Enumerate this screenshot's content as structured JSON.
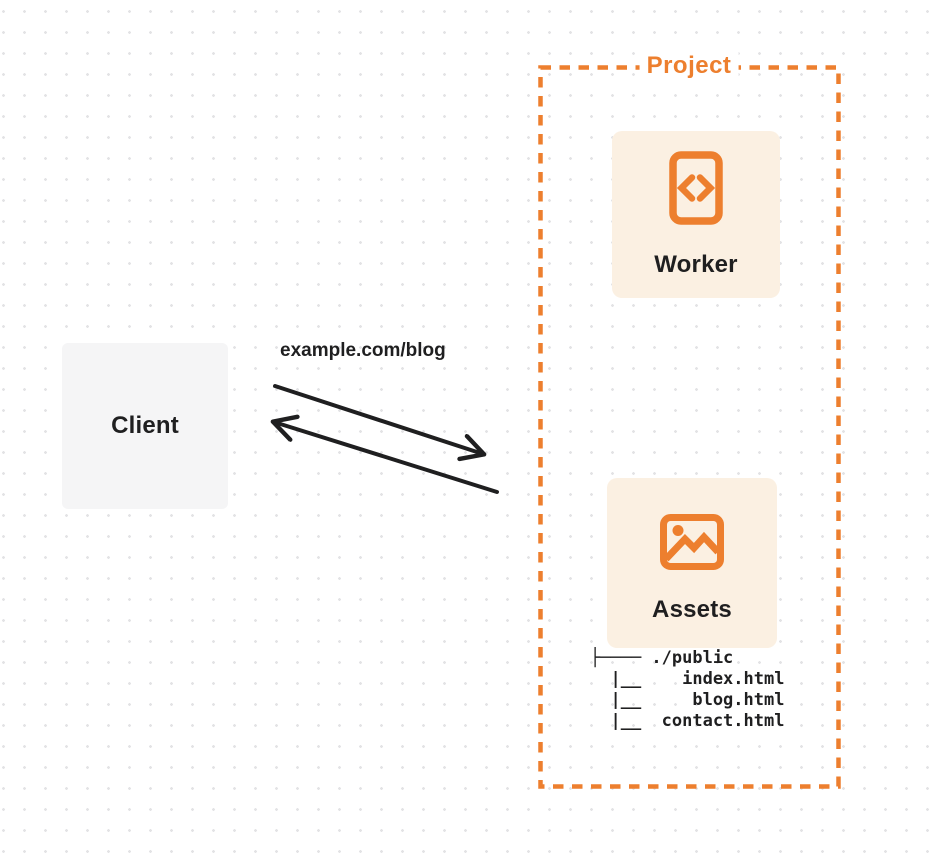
{
  "colors": {
    "accent": "#ED7F2E",
    "card_bg": "#FBF0E2",
    "client_bg": "#F5F5F6",
    "ink": "#1F1F20",
    "dot": "#E3E3E5",
    "page_bg": "#FFFFFF"
  },
  "client": {
    "label": "Client"
  },
  "request": {
    "label": "example.com/blog"
  },
  "arrows": {
    "request_direction": "client-to-project",
    "response_direction": "project-to-client"
  },
  "project": {
    "label": "Project",
    "worker": {
      "label": "Worker",
      "icon": "code-file-icon"
    },
    "assets": {
      "label": "Assets",
      "icon": "image-icon",
      "file_tree": {
        "lines": [
          "├──── ./public",
          "  |__    index.html",
          "  |__     blog.html",
          "  |__  contact.html"
        ]
      }
    }
  }
}
